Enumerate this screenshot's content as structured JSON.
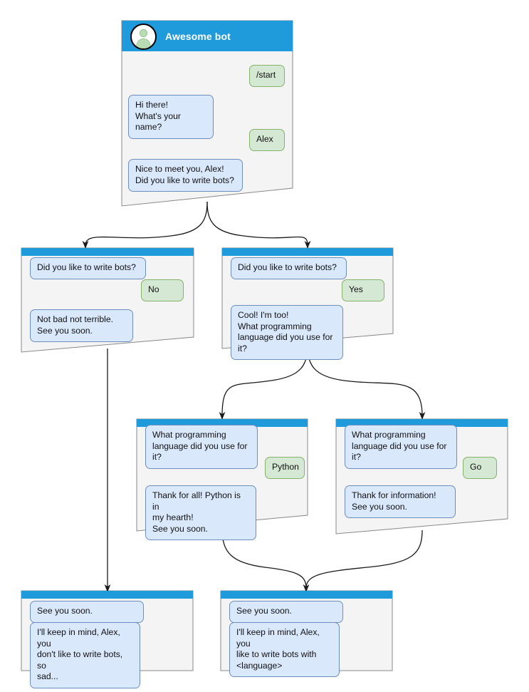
{
  "diagram": {
    "title": "Bot conversation flow",
    "colors": {
      "header_blue": "#1f9ada",
      "card_bg": "#f4f4f4",
      "card_border": "#888888",
      "incoming_bubble_fill": "#dae8fc",
      "incoming_bubble_stroke": "#6c8ebf",
      "outgoing_bubble_fill": "#d5e8d4",
      "outgoing_bubble_stroke": "#82b366",
      "avatar_fill": "#ffffff",
      "avatar_stroke": "#000000",
      "avatar_person": "#b9dcb4",
      "connector": "#1a1a1a",
      "page_bg": "#ffffff"
    },
    "avatar_icon": "user-avatar-icon",
    "arrow_icon": "arrow-head-icon"
  },
  "cards": [
    {
      "id": "start",
      "header": {
        "show_title": true,
        "title": "Awesome bot",
        "avatar": "user-avatar-icon"
      },
      "messages": [
        {
          "dir": "out",
          "text": "/start"
        },
        {
          "dir": "in",
          "text": "Hi there!\nWhat's your name?"
        },
        {
          "dir": "out",
          "text": "Alex"
        },
        {
          "dir": "in",
          "text": "Nice to meet you, Alex!\nDid you like to write bots?"
        }
      ]
    },
    {
      "id": "answer-no",
      "header": {
        "show_title": false,
        "title": "",
        "avatar": ""
      },
      "messages": [
        {
          "dir": "in",
          "text": "Did you like to write bots?"
        },
        {
          "dir": "out",
          "text": "No"
        },
        {
          "dir": "in",
          "text": "Not bad not terrible.\nSee you soon."
        }
      ]
    },
    {
      "id": "answer-yes",
      "header": {
        "show_title": false,
        "title": "",
        "avatar": ""
      },
      "messages": [
        {
          "dir": "in",
          "text": "Did you like to write bots?"
        },
        {
          "dir": "out",
          "text": "Yes"
        },
        {
          "dir": "in",
          "text": "Cool! I'm too!\nWhat programming\nlanguage did you use for it?"
        }
      ]
    },
    {
      "id": "language-python",
      "header": {
        "show_title": false,
        "title": "",
        "avatar": ""
      },
      "messages": [
        {
          "dir": "in",
          "text": "What programming\nlanguage did you use for it?"
        },
        {
          "dir": "out",
          "text": "Python"
        },
        {
          "dir": "in",
          "text": "Thank for all! Python is in\nmy hearth!\nSee you soon."
        }
      ]
    },
    {
      "id": "language-go",
      "header": {
        "show_title": false,
        "title": "",
        "avatar": ""
      },
      "messages": [
        {
          "dir": "in",
          "text": "What programming\nlanguage did you use for it?"
        },
        {
          "dir": "out",
          "text": "Go"
        },
        {
          "dir": "in",
          "text": "Thank for information!\nSee you soon."
        }
      ]
    },
    {
      "id": "end-sad",
      "header": {
        "show_title": false,
        "title": "",
        "avatar": ""
      },
      "messages": [
        {
          "dir": "in",
          "text": "See you soon."
        },
        {
          "dir": "in",
          "text": "I'll keep in mind, Alex, you\ndon't like to write bots, so\nsad..."
        }
      ]
    },
    {
      "id": "end-happy",
      "header": {
        "show_title": false,
        "title": "",
        "avatar": ""
      },
      "messages": [
        {
          "dir": "in",
          "text": "See you soon."
        },
        {
          "dir": "in",
          "text": "I'll keep in mind, Alex, you\nlike to write bots with\n<language>"
        }
      ]
    }
  ]
}
